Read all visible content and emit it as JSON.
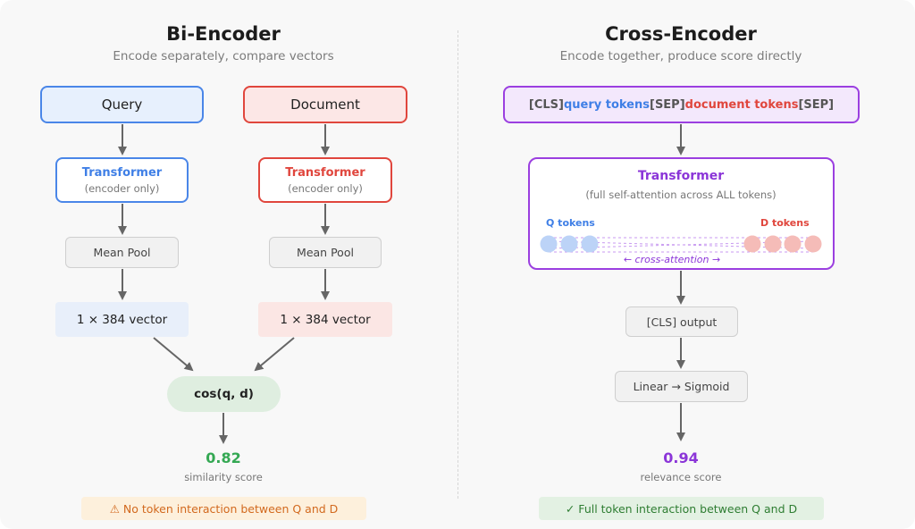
{
  "bi": {
    "title": "Bi-Encoder",
    "subtitle": "Encode separately, compare vectors",
    "query_label": "Query",
    "document_label": "Document",
    "transformer_title": "Transformer",
    "transformer_sub": "(encoder only)",
    "pool_label": "Mean Pool",
    "vector_label": "1 × 384 vector",
    "cos_label": "cos(q, d)",
    "score_value": "0.82",
    "score_label": "similarity score",
    "note": "⚠ No token interaction between Q and D"
  },
  "cross": {
    "title": "Cross-Encoder",
    "subtitle": "Encode together, produce score directly",
    "seq_parts": [
      "[CLS]",
      "query tokens",
      "[SEP]",
      "document tokens",
      "[SEP]"
    ],
    "transformer_title": "Transformer",
    "transformer_sub": "(full self-attention across ALL tokens)",
    "q_tokens_label": "Q tokens",
    "d_tokens_label": "D tokens",
    "cross_attention_label": "← cross-attention →",
    "cls_output_label": "[CLS] output",
    "linear_label": "Linear → Sigmoid",
    "score_value": "0.94",
    "score_label": "relevance score",
    "note": "✓ Full token interaction between Q and D"
  },
  "colors": {
    "blue": "#4a86e8",
    "red": "#e0463d",
    "purple": "#9b3fe0",
    "green": "#34a853",
    "arrow": "#666666"
  }
}
